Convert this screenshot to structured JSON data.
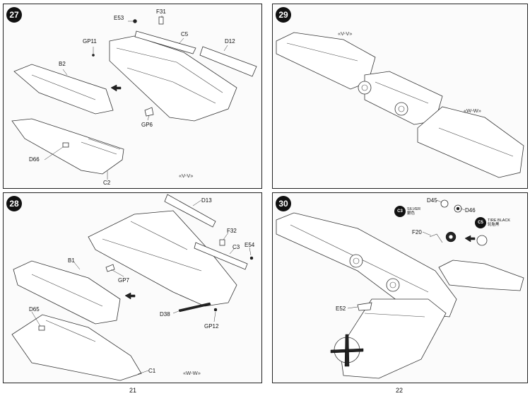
{
  "steps": {
    "s27": {
      "number": "27",
      "labels": {
        "e53": "E53",
        "f31": "F31",
        "c5": "C5",
        "gp11": "GP11",
        "d12": "D12",
        "b2": "B2",
        "gp6": "GP6",
        "d66": "D66",
        "c2": "C2"
      },
      "ref": "«V-V»"
    },
    "s28": {
      "number": "28",
      "labels": {
        "d13": "D13",
        "f32": "F32",
        "c3": "C3",
        "e54": "E54",
        "b1": "B1",
        "gp7": "GP7",
        "d65": "D65",
        "d38": "D38",
        "gp12": "GP12",
        "c1": "C1"
      },
      "ref": "«W-W»"
    },
    "s29": {
      "number": "29",
      "refs": {
        "v": "«V-V»",
        "w": "«W-W»"
      }
    },
    "s30": {
      "number": "30",
      "labels": {
        "d45": "D45",
        "d46": "D46",
        "f20": "F20",
        "e52": "E52"
      },
      "paints": [
        {
          "code": "C3",
          "line1": "SILVER",
          "line2": "銀色"
        },
        {
          "code": "C5",
          "line1": "TIRE BLACK",
          "line2": "轮胎黑"
        }
      ]
    }
  },
  "pages": {
    "left": "21",
    "right": "22"
  }
}
